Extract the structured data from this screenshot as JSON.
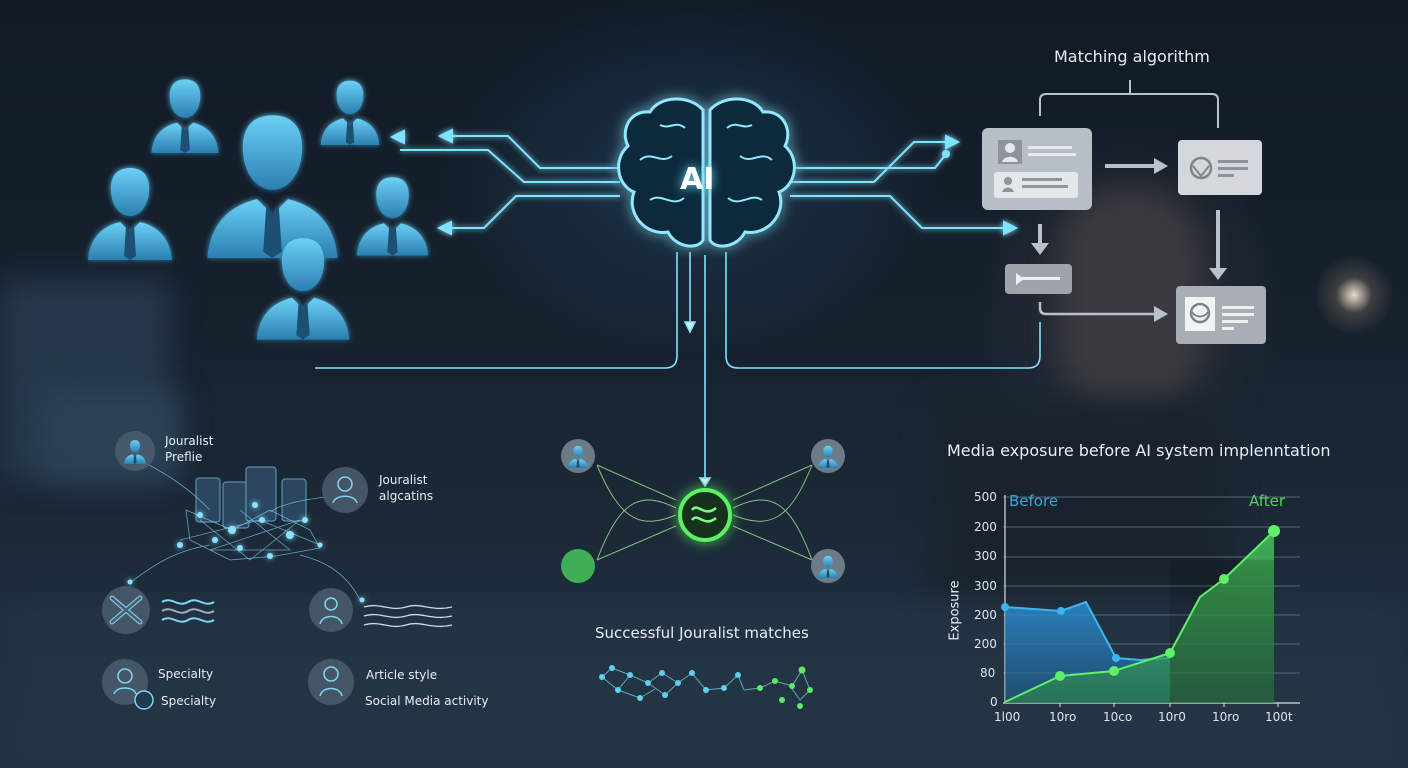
{
  "diagram": {
    "center_node": {
      "label": "AI",
      "icon": "brain-icon"
    },
    "top_right": {
      "title": "Matching algorithm",
      "cards": [
        {
          "icon": "profile-card-icon",
          "kind": "profiles"
        },
        {
          "icon": "face-scan-icon",
          "kind": "analysis"
        },
        {
          "icon": "slider-icon",
          "kind": "filter"
        },
        {
          "icon": "face-match-icon",
          "kind": "result"
        }
      ]
    },
    "journalist_group": {
      "icon": "people-icon",
      "count": 6
    },
    "data_section": {
      "labels": [
        {
          "line1": "Jouralist",
          "line2": "Preflie"
        },
        {
          "line1": "Jouralist",
          "line2": "algcatins"
        }
      ],
      "attributes": [
        {
          "label": "Specialty",
          "icon": "person-icon"
        },
        {
          "label": "Specialty",
          "icon": "tag-icon"
        },
        {
          "label": "Article style",
          "icon": "person-icon"
        },
        {
          "label": "Social Media activity",
          "icon": "person-icon"
        }
      ]
    },
    "matches": {
      "title": "Successful Jouralist matches",
      "hub_icon": "match-icon"
    }
  },
  "chart_data": {
    "type": "area",
    "title": "Media exposure before AI system implenntation",
    "xlabel": "",
    "ylabel": "Exposure",
    "x_tick_labels": [
      "1l00",
      "10ro",
      "10co",
      "10r0",
      "10ro",
      "100t"
    ],
    "y_tick_labels": [
      "0",
      "80",
      "200",
      "200",
      "300",
      "300",
      "200",
      "500"
    ],
    "ylim": [
      0,
      7
    ],
    "grid": true,
    "legend": [
      {
        "name": "Before",
        "color": "#2fa6e0",
        "position": "top-left"
      },
      {
        "name": "After",
        "color": "#4fd65a",
        "position": "top-right"
      }
    ],
    "series": [
      {
        "name": "Before",
        "color": "#2fa6e0",
        "x": [
          0,
          1,
          1.45,
          2,
          2.45,
          3
        ],
        "values": [
          3.25,
          3.1,
          3.4,
          1.55,
          1.5,
          1.6
        ],
        "markers": [
          0,
          1,
          3
        ]
      },
      {
        "name": "After",
        "color": "#4fd65a",
        "x": [
          0,
          1,
          2,
          3,
          3.55,
          4,
          4.9
        ],
        "values": [
          0,
          0.9,
          1.1,
          1.7,
          3.6,
          4.2,
          5.9
        ],
        "markers": [
          1,
          2,
          3,
          5,
          6
        ]
      }
    ]
  }
}
